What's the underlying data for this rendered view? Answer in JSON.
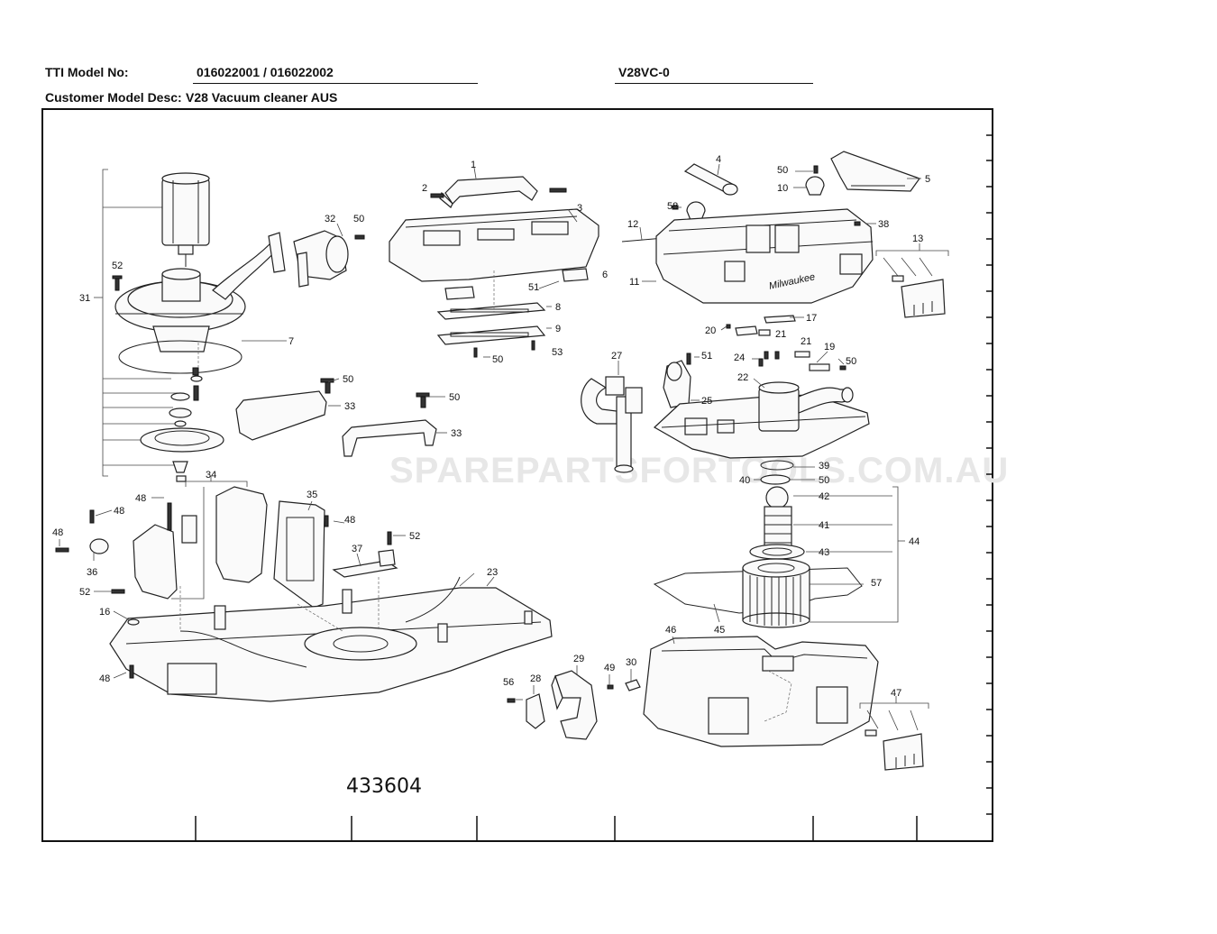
{
  "header": {
    "model_no_label": "TTI Model No:",
    "model_no_value": "016022001 / 016022002",
    "model_code": "V28VC-0",
    "desc_label": "Customer Model Desc:",
    "desc_value": "V28 Vacuum cleaner AUS"
  },
  "watermark": "SPAREPARTSFORTOOLS.COM.AU",
  "document_number": "433604",
  "logo_text": "Milwaukee",
  "callouts": {
    "c1": "1",
    "c2": "2",
    "c3": "3",
    "c4": "4",
    "c5": "5",
    "c6": "6",
    "c7": "7",
    "c8": "8",
    "c9": "9",
    "c10": "10",
    "c11": "11",
    "c12": "12",
    "c13": "13",
    "c16": "16",
    "c17": "17",
    "c19": "19",
    "c20": "20",
    "c21a": "21",
    "c21b": "21",
    "c22": "22",
    "c23": "23",
    "c24": "24",
    "c25": "25",
    "c27": "27",
    "c28": "28",
    "c29": "29",
    "c30": "30",
    "c31": "31",
    "c32": "32",
    "c33a": "33",
    "c33b": "33",
    "c34": "34",
    "c35": "35",
    "c36": "36",
    "c37": "37",
    "c38": "38",
    "c39": "39",
    "c40": "40",
    "c41": "41",
    "c42": "42",
    "c43": "43",
    "c44": "44",
    "c45": "45",
    "c46": "46",
    "c47": "47",
    "c48a": "48",
    "c48b": "48",
    "c48c": "48",
    "c48d": "48",
    "c48e": "48",
    "c49": "49",
    "c50a": "50",
    "c50b": "50",
    "c50c": "50",
    "c50d": "50",
    "c50e": "50",
    "c50f": "50",
    "c50g": "50",
    "c51a": "51",
    "c51b": "51",
    "c52a": "52",
    "c52b": "52",
    "c52c": "52",
    "c53": "53",
    "c56": "56",
    "c57": "57",
    "c58": "58"
  }
}
